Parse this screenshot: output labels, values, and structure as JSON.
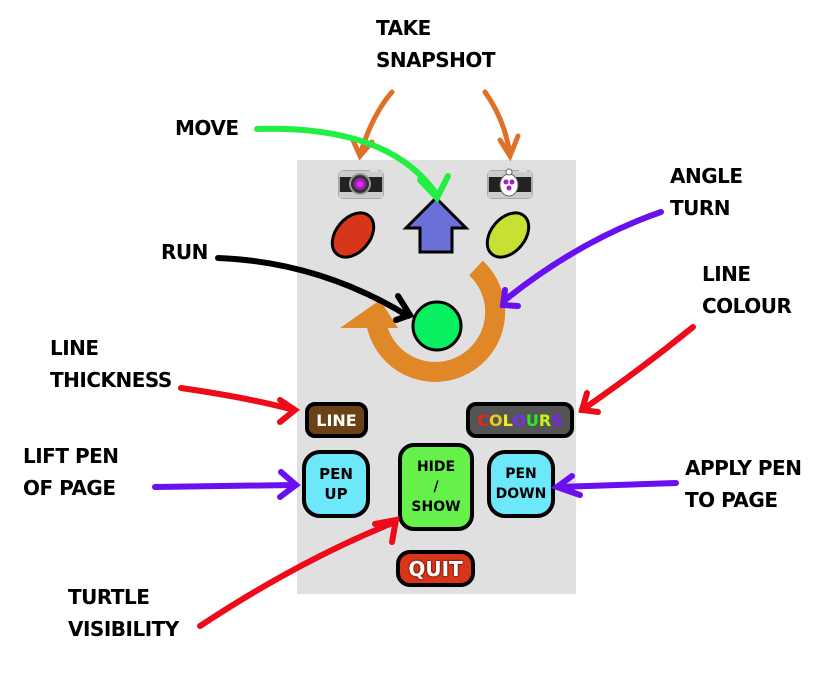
{
  "labels": {
    "take_snapshot_1": "TAKE",
    "take_snapshot_2": "SNAPSHOT",
    "move": "MOVE",
    "angle_turn_1": "ANGLE",
    "angle_turn_2": "TURN",
    "run": "RUN",
    "line_colour_1": "LINE",
    "line_colour_2": "COLOUR",
    "line_thickness_1": "LINE",
    "line_thickness_2": "THICKNESS",
    "lift_pen_1": "LIFT PEN",
    "lift_pen_2": "OF PAGE",
    "apply_pen_1": "APPLY PEN",
    "apply_pen_2": "TO PAGE",
    "turtle_visibility_1": "TURTLE",
    "turtle_visibility_2": "VISIBILITY"
  },
  "buttons": {
    "line": "LINE",
    "colours_letters": [
      "C",
      "O",
      "L",
      "O",
      "U",
      "R",
      "S"
    ],
    "colours_letter_colors": [
      "#e8261c",
      "#f0c81e",
      "#f0f01e",
      "#7a2cf0",
      "#2ce82c",
      "#c8f01e",
      "#8020f0"
    ],
    "pen_up_1": "PEN",
    "pen_up_2": "UP",
    "pen_down_1": "PEN",
    "pen_down_2": "DOWN",
    "hide_1": "HIDE",
    "hide_2": "/",
    "hide_3": "SHOW",
    "quit": "QUIT"
  },
  "icons": {
    "snapshot_camera": "camera-icon",
    "snapshot_turtle_camera": "turtle-camera-icon",
    "turn_left": "red-oval-left-turn",
    "turn_right": "yellow-oval-right-turn",
    "move": "up-arrow",
    "run": "green-circle",
    "angle": "circular-arrow"
  },
  "colors": {
    "panel": "#e0e0e0",
    "arrow_orange": "#e07028",
    "arrow_green": "#22ee44",
    "arrow_purple": "#6a10f0",
    "arrow_red": "#ee0a18",
    "arrow_black": "#000000",
    "oval_left": "#d8361a",
    "oval_right": "#c8e034",
    "move_arrow": "#6a70d8",
    "run_circle": "#06f060",
    "turn_ring": "#e08828"
  }
}
